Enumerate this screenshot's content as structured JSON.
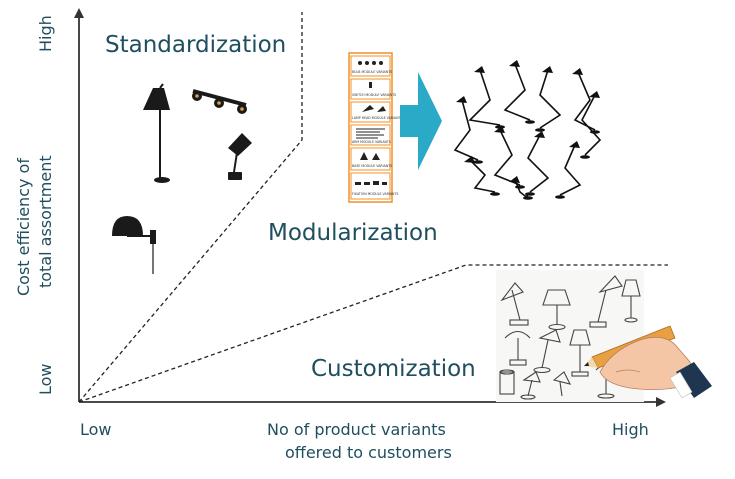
{
  "axes": {
    "y_label_line1": "Cost efficiency of",
    "y_label_line2": "total assortment",
    "y_high": "High",
    "y_low": "Low",
    "x_label_line1": "No of product variants",
    "x_label_line2": "offered to customers",
    "x_low": "Low",
    "x_high": "High"
  },
  "regions": {
    "standardization": "Standardization",
    "modularization": "Modularization",
    "customization": "Customization"
  },
  "module_panel": {
    "items": [
      "BULB MODULE VARIANTS",
      "SWITCH MODULE VARIANTS",
      "LAMP HEAD MODULE VARIANTS",
      "ARM MODULE VARIANTS",
      "BASE MODULE VARIANTS",
      "FIXATION MODULE VARIANTS"
    ]
  },
  "colors": {
    "region_text": "#1f4e5f",
    "axis_text": "#1f4e5f",
    "arrow": "#2aaac6",
    "panel_border": "#f0902a",
    "dashed": "#222222"
  }
}
